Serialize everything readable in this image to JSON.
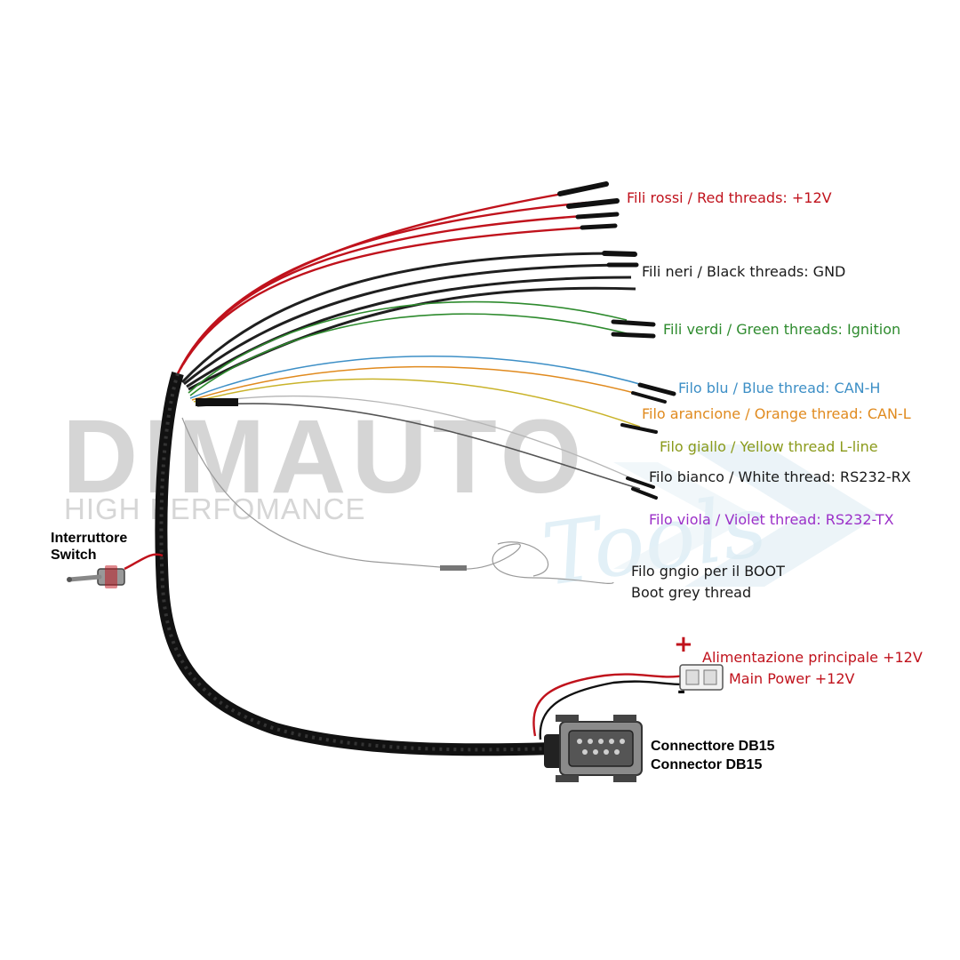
{
  "watermark": {
    "brand": "DIMAUTO",
    "tagline": "HIGH PERFOMANCE",
    "script": "Tools"
  },
  "wires": [
    {
      "label": "Fili rossi / Red threads: +12V",
      "color": "#c0121c"
    },
    {
      "label": "Fili neri / Black threads: GND",
      "color": "#1a1a1a"
    },
    {
      "label": "Fili verdi / Green threads: Ignition",
      "color": "#2e8b2e"
    },
    {
      "label": "Filo blu / Blue thread: CAN-H",
      "color": "#3d8fc6"
    },
    {
      "label": "Filo arancione / Orange thread: CAN-L",
      "color": "#e08a1e"
    },
    {
      "label": "Filo giallo / Yellow thread L-line",
      "color": "#8a9a1a"
    },
    {
      "label": "Filo bianco / White thread: RS232-RX",
      "color": "#1a1a1a"
    },
    {
      "label": "Filo viola / Violet thread: RS232-TX",
      "color": "#9b30c8"
    }
  ],
  "boot": {
    "line1": "Filo gngio per il BOOT",
    "line2": "Boot grey thread",
    "color": "#1a1a1a"
  },
  "switch": {
    "line1": "Interruttore",
    "line2": "Switch"
  },
  "power": {
    "line1": "Alimentazione principale +12V",
    "line2": "Main Power +12V",
    "plus": "+",
    "minus": "-",
    "color": "#c0121c"
  },
  "connector": {
    "line1": "Connecttore DB15",
    "line2": "Connector DB15"
  }
}
